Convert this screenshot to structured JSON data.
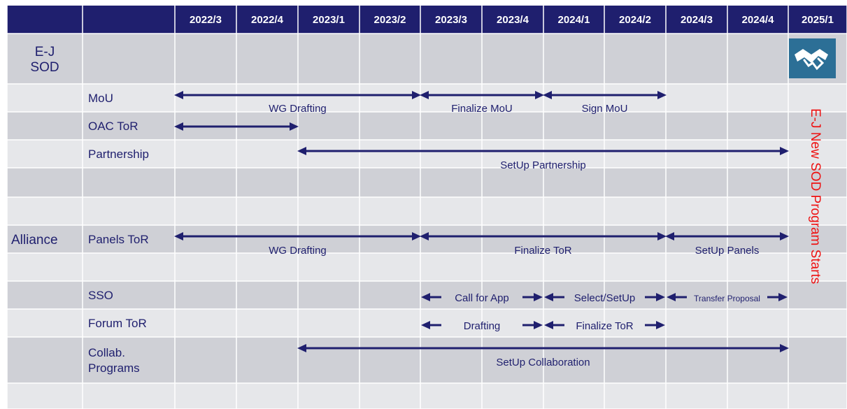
{
  "colors": {
    "header_bg": "#1f1f6e",
    "row_dark": "#cfd0d6",
    "row_light": "#e6e7ea",
    "grid_line": "#ffffff",
    "arrow": "#1f1f6e",
    "accent_text": "#ee1111",
    "icon_bg": "#2c6f96"
  },
  "columns": [
    "2022/3",
    "2022/4",
    "2023/1",
    "2023/2",
    "2023/3",
    "2023/4",
    "2024/1",
    "2024/2",
    "2024/3",
    "2024/4",
    "2025/1"
  ],
  "sections": [
    {
      "label_lines": [
        "E-J",
        "SOD"
      ],
      "row": 0
    },
    {
      "label_lines": [
        "Alliance"
      ],
      "row": 6
    }
  ],
  "rows": [
    {
      "label_lines": []
    },
    {
      "label_lines": [
        "MoU"
      ]
    },
    {
      "label_lines": [
        "OAC ToR"
      ]
    },
    {
      "label_lines": [
        "Partnership"
      ]
    },
    {
      "label_lines": []
    },
    {
      "label_lines": []
    },
    {
      "label_lines": [
        "Panels ToR"
      ]
    },
    {
      "label_lines": []
    },
    {
      "label_lines": [
        "SSO"
      ]
    },
    {
      "label_lines": [
        "Forum ToR"
      ]
    },
    {
      "label_lines": [
        "Collab.",
        "Programs"
      ]
    },
    {
      "label_lines": []
    }
  ],
  "tasks": [
    {
      "row": 1,
      "start": 0,
      "end": 4,
      "label": "WG Drafting",
      "style": "double"
    },
    {
      "row": 1,
      "start": 4,
      "end": 6,
      "label": "Finalize MoU",
      "style": "double"
    },
    {
      "row": 1,
      "start": 6,
      "end": 8,
      "label": "Sign MoU",
      "style": "double"
    },
    {
      "row": 2,
      "start": 0,
      "end": 2,
      "label": "",
      "style": "double"
    },
    {
      "row": 3,
      "start": 2,
      "end": 10,
      "label": "SetUp Partnership",
      "style": "double"
    },
    {
      "row": 6,
      "start": 0,
      "end": 4,
      "label": "WG Drafting",
      "style": "double"
    },
    {
      "row": 6,
      "start": 4,
      "end": 8,
      "label": "Finalize ToR",
      "style": "double"
    },
    {
      "row": 6,
      "start": 8,
      "end": 10,
      "label": "SetUp Panels",
      "style": "double"
    },
    {
      "row": 8,
      "start": 4,
      "end": 6,
      "label": "Call for App",
      "style": "split"
    },
    {
      "row": 8,
      "start": 6,
      "end": 8,
      "label": "Select/SetUp",
      "style": "split"
    },
    {
      "row": 8,
      "start": 8,
      "end": 10,
      "label": "Transfer Proposal",
      "style": "split"
    },
    {
      "row": 9,
      "start": 4,
      "end": 6,
      "label": "Drafting",
      "style": "split"
    },
    {
      "row": 9,
      "start": 6,
      "end": 8,
      "label": "Finalize ToR",
      "style": "split"
    },
    {
      "row": 10,
      "start": 2,
      "end": 10,
      "label": "SetUp Collaboration",
      "style": "double"
    }
  ],
  "side_note": "E-J New SOD Program Starts",
  "icon": {
    "name": "handshake-icon"
  }
}
